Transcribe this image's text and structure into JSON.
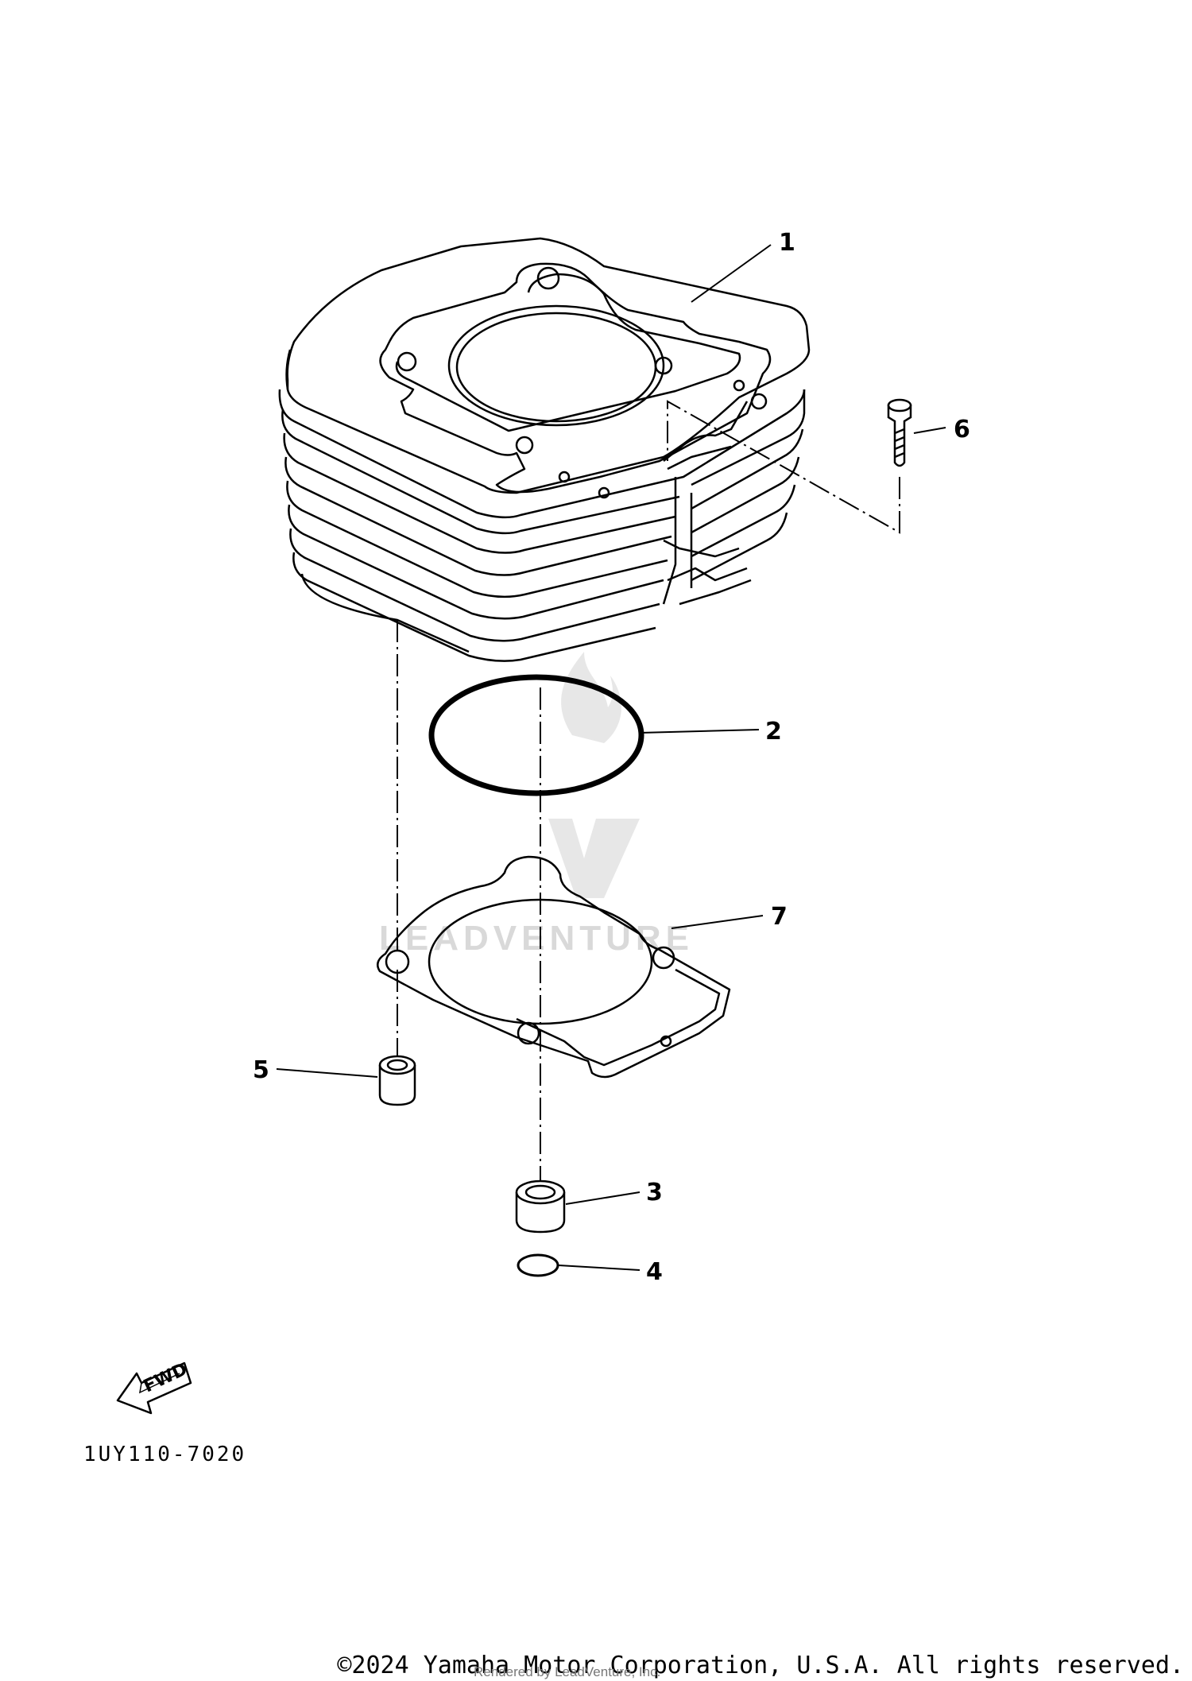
{
  "callouts": [
    {
      "id": "1",
      "label": "1"
    },
    {
      "id": "2",
      "label": "2"
    },
    {
      "id": "3",
      "label": "3"
    },
    {
      "id": "4",
      "label": "4"
    },
    {
      "id": "5",
      "label": "5"
    },
    {
      "id": "6",
      "label": "6"
    },
    {
      "id": "7",
      "label": "7"
    }
  ],
  "fwd_label": "FWD",
  "diagram_code": "1UY110-7020",
  "watermark": "LEADVENTURE",
  "copyright": "©2024 Yamaha Motor Corporation, U.S.A. All rights reserved.",
  "rendered_by": "Rendered by LeadVenture, Inc."
}
